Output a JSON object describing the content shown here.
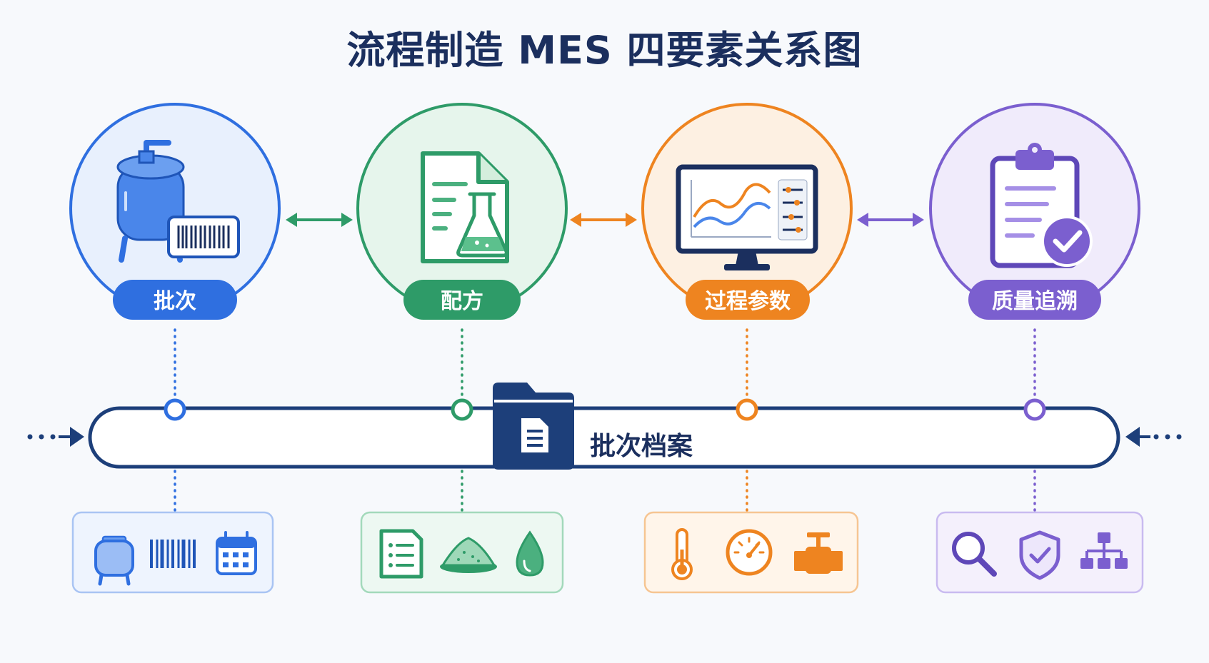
{
  "title": "流程制造 MES 四要素关系图",
  "elements": [
    {
      "key": "batch",
      "label": "批次",
      "color": "#2f6fe0",
      "light": "#e8f0fd",
      "bg": "#eef4fe",
      "main_icon": "tank-barcode-icon",
      "detail_icons": [
        "tank-icon",
        "barcode-icon",
        "calendar-icon"
      ]
    },
    {
      "key": "recipe",
      "label": "配方",
      "color": "#2e9b68",
      "light": "#e6f5ec",
      "bg": "#edf8f2",
      "main_icon": "recipe-flask-icon",
      "detail_icons": [
        "list-document-icon",
        "powder-icon",
        "droplet-icon"
      ]
    },
    {
      "key": "process",
      "label": "过程参数",
      "color": "#ee8420",
      "light": "#fdf0e2",
      "bg": "#fff5ea",
      "main_icon": "monitor-chart-icon",
      "detail_icons": [
        "thermometer-icon",
        "gauge-icon",
        "valve-icon"
      ]
    },
    {
      "key": "quality",
      "label": "质量追溯",
      "color": "#7b5fcf",
      "light": "#f0ebfb",
      "bg": "#f4f0fc",
      "main_icon": "clipboard-check-icon",
      "detail_icons": [
        "magnifier-icon",
        "shield-check-icon",
        "hierarchy-icon"
      ]
    }
  ],
  "archive": {
    "label": "批次档案",
    "color": "#1d3f7a",
    "icon": "folder-document-icon"
  }
}
